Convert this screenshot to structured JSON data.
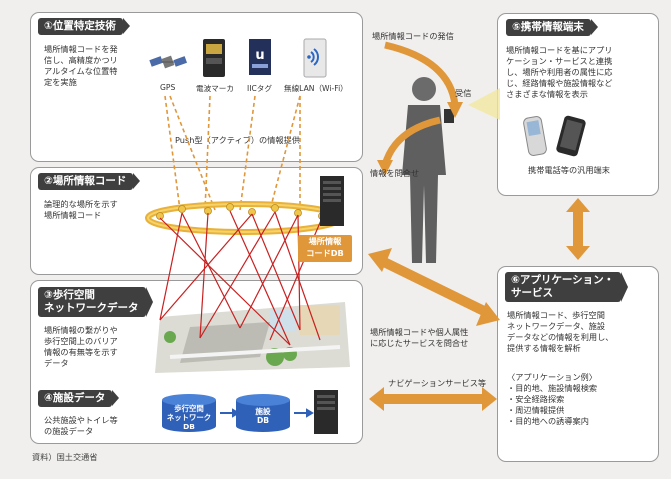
{
  "sec1": {
    "title": "①位置特定技術",
    "desc": [
      "場所情報コードを発",
      "信し、高精度かつリ",
      "アルタイムな位置特",
      "定を実施"
    ],
    "devices": [
      "GPS",
      "電波マーカ",
      "IICタグ",
      "無線LAN（Wi-Fi）"
    ]
  },
  "push_label": "Push型（アクティブ）の情報提供",
  "sec2": {
    "title": "②場所情報コード",
    "desc": [
      "論理的な場所を示す",
      "場所情報コード"
    ],
    "db_label": [
      "場所情報",
      "コードDB"
    ]
  },
  "sec3": {
    "title": [
      "③歩行空間",
      "ネットワークデータ"
    ],
    "desc": [
      "場所情報の繋がりや",
      "歩行空間上のバリア",
      "情報の有無等を示す",
      "データ"
    ]
  },
  "sec4": {
    "title": "④施設データ",
    "desc": [
      "公共施設やトイレ等",
      "の施設データ"
    ],
    "db1": [
      "歩行空間",
      "ネットワーク",
      "DB"
    ],
    "db2": [
      "施設",
      "DB"
    ]
  },
  "sec5": {
    "title": "⑤携帯情報端末",
    "desc": [
      "場所情報コードを基にアプリ",
      "ケーション・サービスと連携",
      "し、場所や利用者の属性に応",
      "じ、経路情報や施設情報など",
      "さまざまな情報を表示"
    ],
    "caption": "携帯電話等の汎用端末"
  },
  "sec6": {
    "title": [
      "⑥アプリケーション・",
      "サービス"
    ],
    "desc": [
      "場所情報コード、歩行空間",
      "ネットワークデータ、施設",
      "データなどの情報を利用し、",
      "提供する情報を解析"
    ],
    "examples_title": "〈アプリケーション例〉",
    "examples": [
      "・目的地、施設情報検索",
      "・安全経路探索",
      "・周辺情報提供",
      "・目的地への誘導案内"
    ]
  },
  "flows": {
    "send": "場所情報コードの発信",
    "receive": "受信",
    "query": "情報を問合せ",
    "service_query": [
      "場所情報コードや個人属性",
      "に応じたサービスを問合せ"
    ],
    "navigation": "ナビゲーションサービス等"
  },
  "source": "資料）国土交通省",
  "colors": {
    "header": "#3f3f3f",
    "orange_arrow": "#e0973a",
    "red_line": "#c82020",
    "db_blue": "#2f61b8"
  }
}
